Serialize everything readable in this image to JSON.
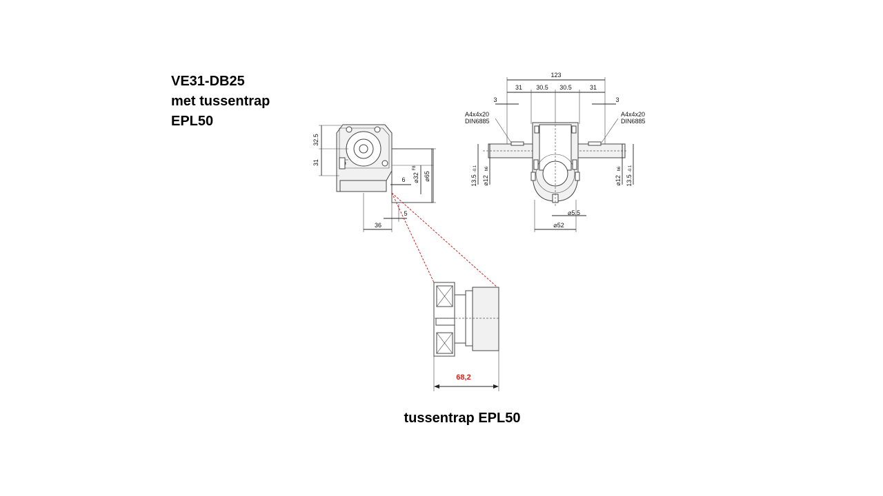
{
  "title": {
    "line1": "VE31-DB25",
    "line2": "met tussentrap",
    "line3": "EPL50"
  },
  "caption": "tussentrap EPL50",
  "left_view": {
    "dims": {
      "height_top": "32.5",
      "height_bottom": "31",
      "shaft": "6",
      "bore": "⌀32",
      "bore_tol": "F8",
      "flange": "⌀65",
      "width": "36",
      "offset": "5"
    }
  },
  "right_view": {
    "dims": {
      "overall": "123",
      "seg1": "31",
      "seg2": "30.5",
      "seg3": "30.5",
      "seg4": "31",
      "gap_left": "3",
      "gap_right": "3",
      "key_left_1": "A4x4x20",
      "key_left_2": "DIN6885",
      "key_right_1": "A4x4x20",
      "key_right_2": "DIN6885",
      "height_left": "13.5",
      "height_left_tol": "-0.1",
      "shaft_left": "⌀12",
      "shaft_left_tol": "h6",
      "shaft_right": "⌀12",
      "shaft_right_tol": "h6",
      "height_right": "13.5",
      "height_right_tol": "-0.1",
      "hole": "⌀5.5",
      "base": "⌀52"
    }
  },
  "detail_view": {
    "dim_length": "68,2"
  },
  "colors": {
    "highlight": "#d0201a",
    "line": "#222222"
  }
}
